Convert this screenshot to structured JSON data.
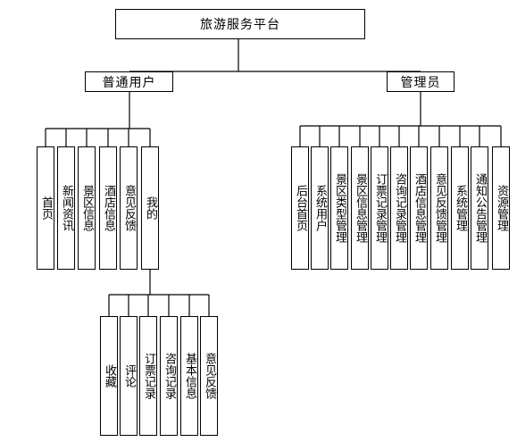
{
  "root": {
    "label": "旅游服务平台"
  },
  "user_group": {
    "label": "普通用户",
    "children": [
      "首页",
      "新闻资讯",
      "景区信息",
      "酒店信息",
      "意见反馈",
      "我的"
    ],
    "mine_children": [
      "收藏",
      "评论",
      "订票记录",
      "咨询记录",
      "基本信息",
      "意见反馈"
    ]
  },
  "admin_group": {
    "label": "管理员",
    "children": [
      "后台首页",
      "系统用户",
      "景区类型管理",
      "景区信息管理",
      "订票记录管理",
      "咨询记录管理",
      "酒店信息管理",
      "意见反馈管理",
      "系统管理",
      "通知公告管理",
      "资源管理"
    ]
  }
}
